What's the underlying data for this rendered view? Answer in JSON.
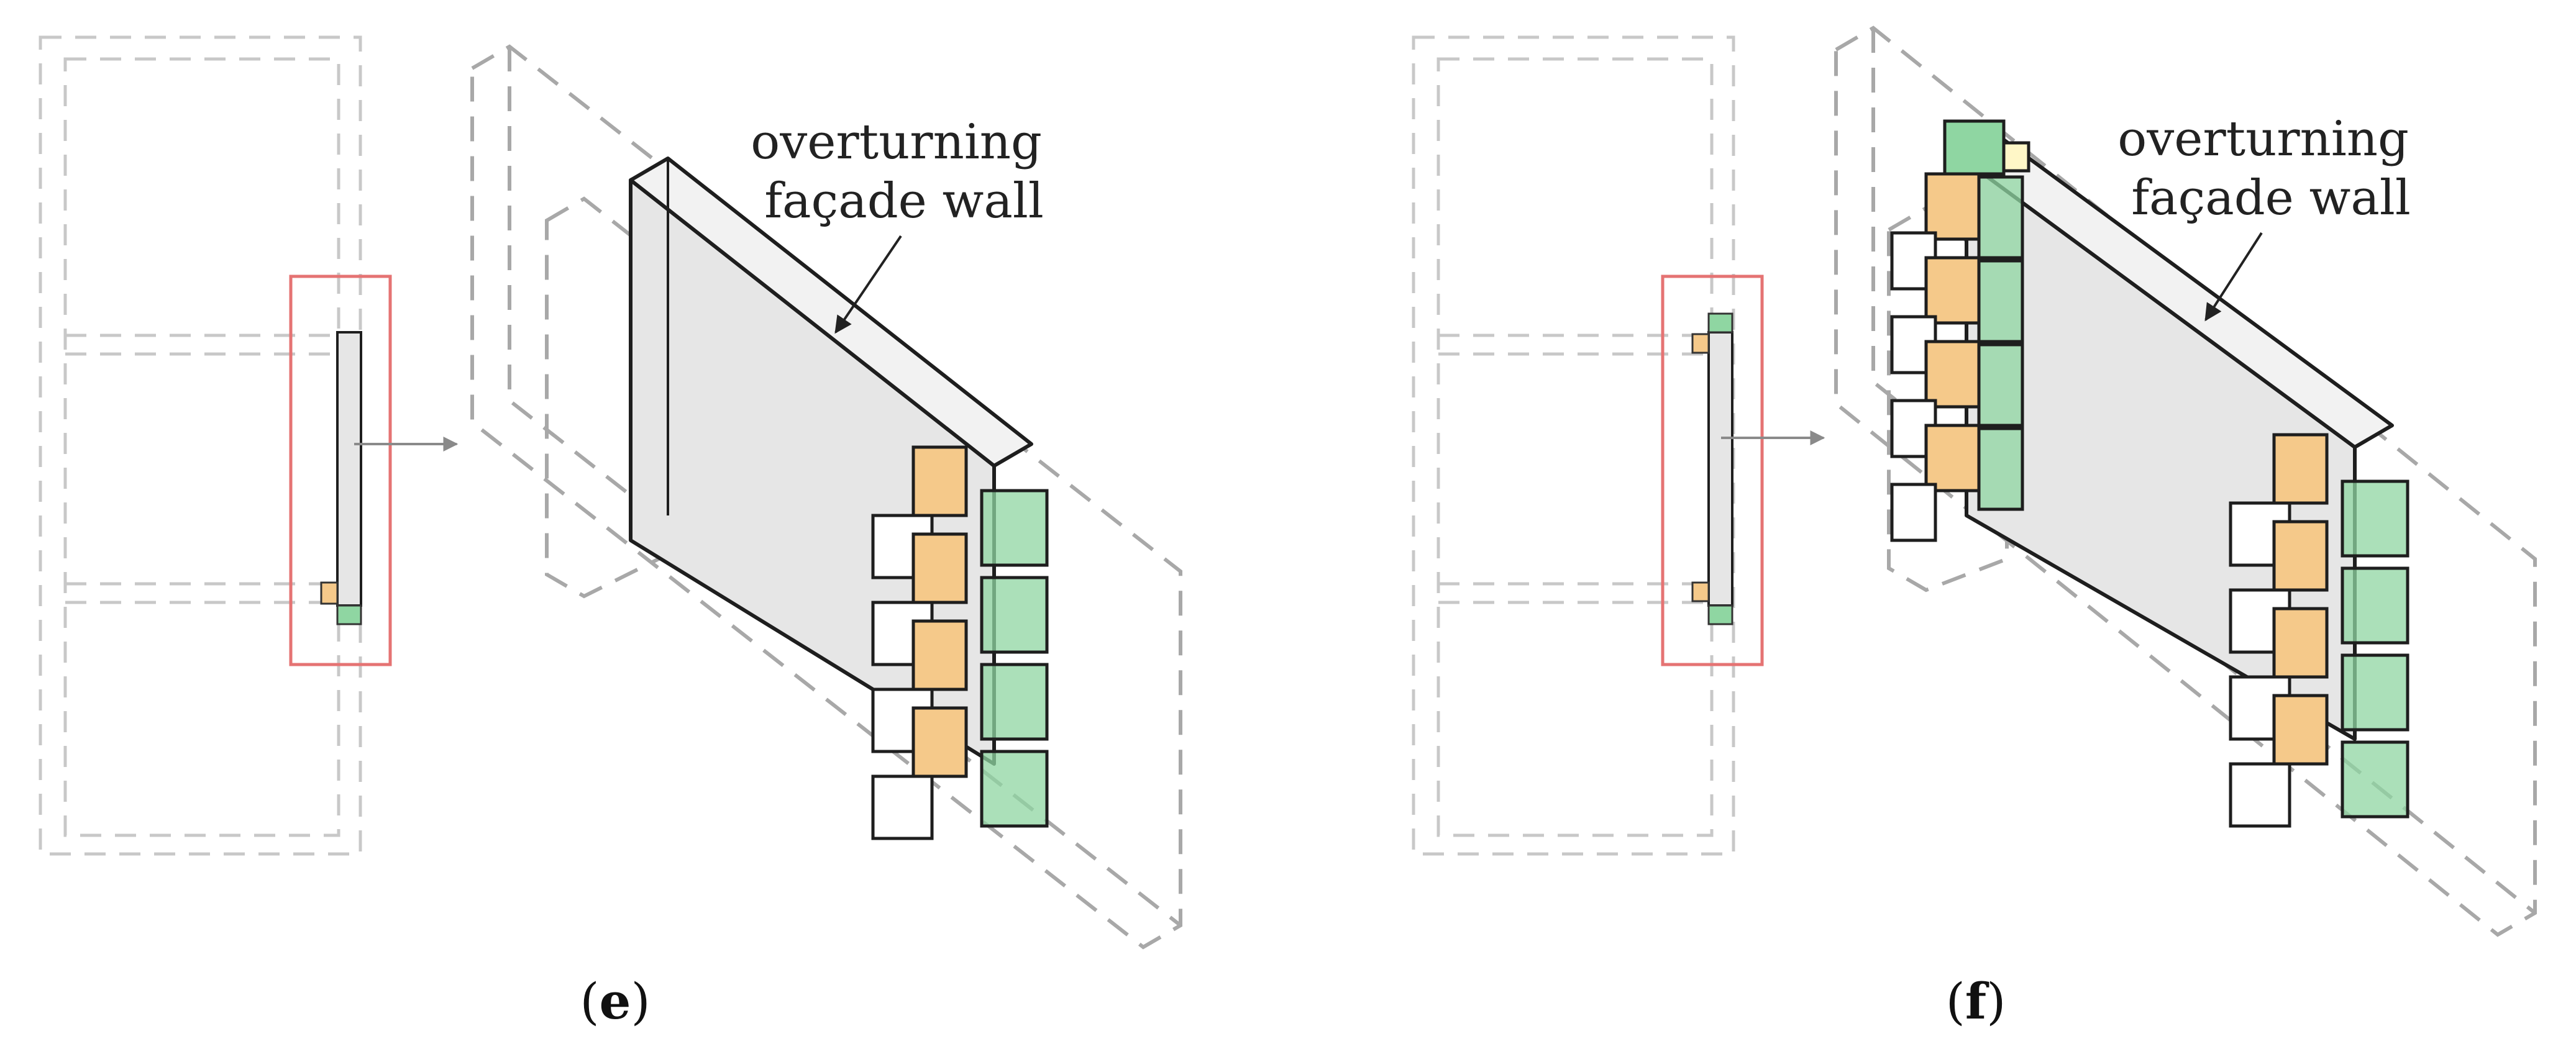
{
  "panels": [
    {
      "id": "e",
      "label": "e",
      "callout": {
        "line1": "overturning",
        "line2": "façade wall"
      }
    },
    {
      "id": "f",
      "label": "f",
      "callout": {
        "line1": "overturning",
        "line2": "façade wall"
      }
    }
  ],
  "colors": {
    "orange": "#f5c98a",
    "green": "#8fd6a2",
    "yellow": "#fff7c7",
    "wall_fill": "#e6e6e6",
    "highlight_box": "#e57373",
    "outline": "#1e1e1e",
    "dashed": "#aaaaaa"
  }
}
